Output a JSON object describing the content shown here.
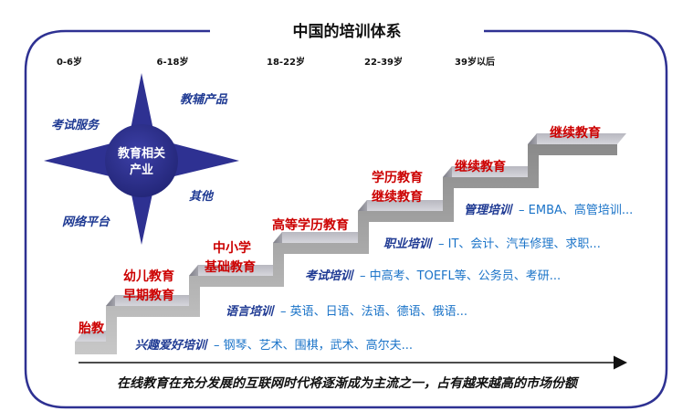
{
  "title": "中国的培训体系",
  "ages": [
    "0-6岁",
    "6-18岁",
    "18-22岁",
    "22-39岁",
    "39岁以后"
  ],
  "star": {
    "center": [
      "教育相关",
      "产业"
    ],
    "items": [
      "教辅产品",
      "考试服务",
      "其他",
      "网络平台"
    ]
  },
  "steps": [
    [
      "胎教"
    ],
    [
      "幼儿教育",
      "早期教育"
    ],
    [
      "中小学",
      "基础教育"
    ],
    [
      "高等学历教育"
    ],
    [
      "学历教育",
      "继续教育"
    ],
    [
      "继续教育"
    ],
    [
      "继续教育"
    ]
  ],
  "trainings": [
    {
      "label": "兴趣爱好培训",
      "content": "–  钢琴、艺术、围棋，武术、高尔夫..."
    },
    {
      "label": "语言培训",
      "content": "–  英语、日语、法语、德语、俄语..."
    },
    {
      "label": "考试培训",
      "content": "– 中高考、TOEFL等、公务员、考研..."
    },
    {
      "label": "职业培训",
      "content": "–  IT、会计、汽车修理、求职..."
    },
    {
      "label": "管理培训",
      "content": "–  EMBA、高管培训..."
    }
  ],
  "footer": "在线教育在充分发展的互联网时代将逐渐成为主流之一，占有越来越高的市场份额",
  "colors": {
    "frame": "#2e3192",
    "star": "#2e3192",
    "step_text": "#cc0000",
    "label": "#1f3a93",
    "content": "#1a73c8"
  }
}
